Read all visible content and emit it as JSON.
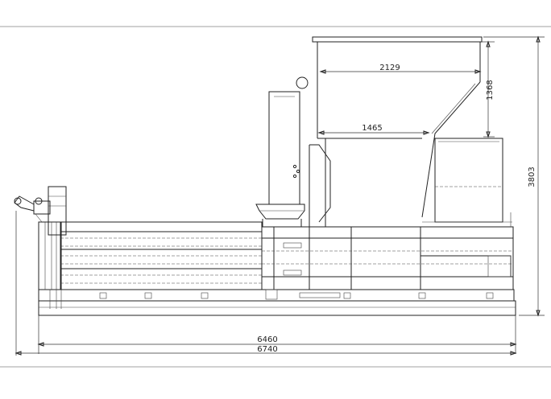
{
  "drawing": {
    "subject": "horizontal baler side elevation",
    "dimensions": {
      "total_length": "6740",
      "frame_length": "6460",
      "total_height": "3803",
      "hopper_top_width": "2129",
      "hopper_bottom_width": "1465",
      "hopper_height": "1368"
    }
  }
}
